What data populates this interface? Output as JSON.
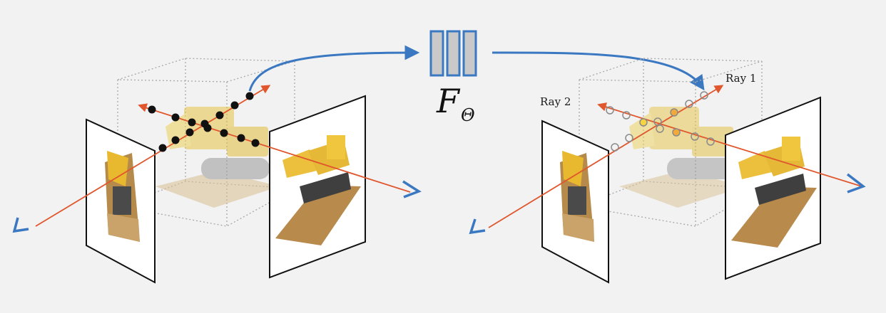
{
  "network": {
    "symbol": "F",
    "subscript": "Θ"
  },
  "rays": {
    "ray1_label": "Ray 1",
    "ray2_label": "Ray 2"
  },
  "colors": {
    "background": "#f2f2f2",
    "ray": "#e0562d",
    "arrow": "#3b78c2",
    "network_fill": "#c9c9c9",
    "network_stroke": "#3b78c2",
    "sample_point": "#111111",
    "sample_ring": "#8a8a8a",
    "sample_highlight": "#f2a93b",
    "yellow_point": "#f5d542",
    "bbox": "#a8a8a8",
    "bulldozer": "#e8c23a"
  }
}
